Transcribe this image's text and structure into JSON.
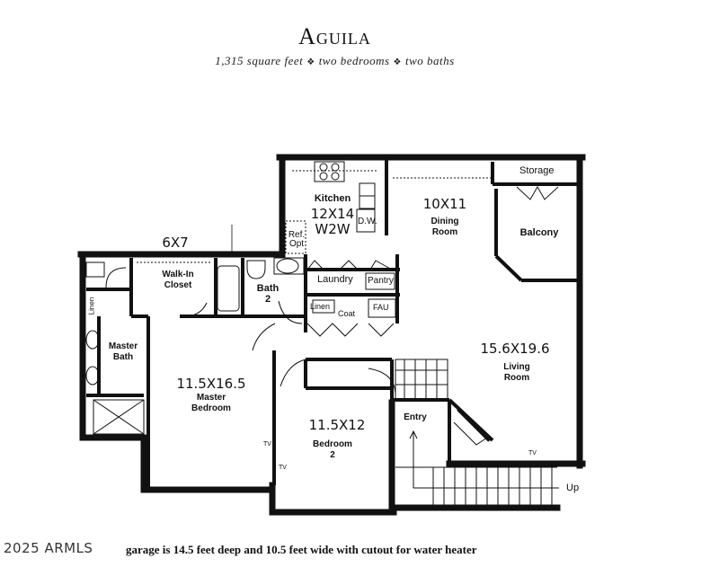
{
  "header": {
    "title": "Aguila",
    "subtitle_parts": [
      "1,315 square feet",
      "two bedrooms",
      "two baths"
    ],
    "separator": "❖"
  },
  "rooms": {
    "kitchen": {
      "name": "Kitchen",
      "dimensions": "12X14",
      "note": "W2W"
    },
    "dining": {
      "name_line1": "Dining",
      "name_line2": "Room",
      "dimensions": "10X11"
    },
    "storage": {
      "name": "Storage"
    },
    "balcony": {
      "name": "Balcony"
    },
    "walk_in_closet": {
      "name_line1": "Walk-In",
      "name_line2": "Closet",
      "dimensions": "6X7"
    },
    "bath2": {
      "name_line1": "Bath",
      "name_line2": "2"
    },
    "laundry": {
      "name": "Laundry"
    },
    "pantry": {
      "name": "Pantry"
    },
    "linen_hall": {
      "name": "Linen"
    },
    "coat": {
      "name": "Coat"
    },
    "fau": {
      "name": "FAU"
    },
    "linen_master": {
      "name": "Linen"
    },
    "master_bath": {
      "name_line1": "Master",
      "name_line2": "Bath"
    },
    "master_bedroom": {
      "name_line1": "Master",
      "name_line2": "Bedroom",
      "dimensions": "11.5X16.5"
    },
    "bedroom2": {
      "name_line1": "Bedroom",
      "name_line2": "2",
      "dimensions": "11.5X12"
    },
    "living": {
      "name_line1": "Living",
      "name_line2": "Room",
      "dimensions": "15.6X19.6"
    },
    "entry": {
      "name": "Entry"
    }
  },
  "fixtures": {
    "dishwasher": "D.W.",
    "refrigerator_line1": "Ref.",
    "refrigerator_line2": "Opt",
    "tv_label": "TV",
    "stairs_label": "Up"
  },
  "footer": {
    "watermark": "2025 ARMLS",
    "note": "garage is 14.5 feet deep and 10.5 feet wide with cutout for water heater"
  }
}
